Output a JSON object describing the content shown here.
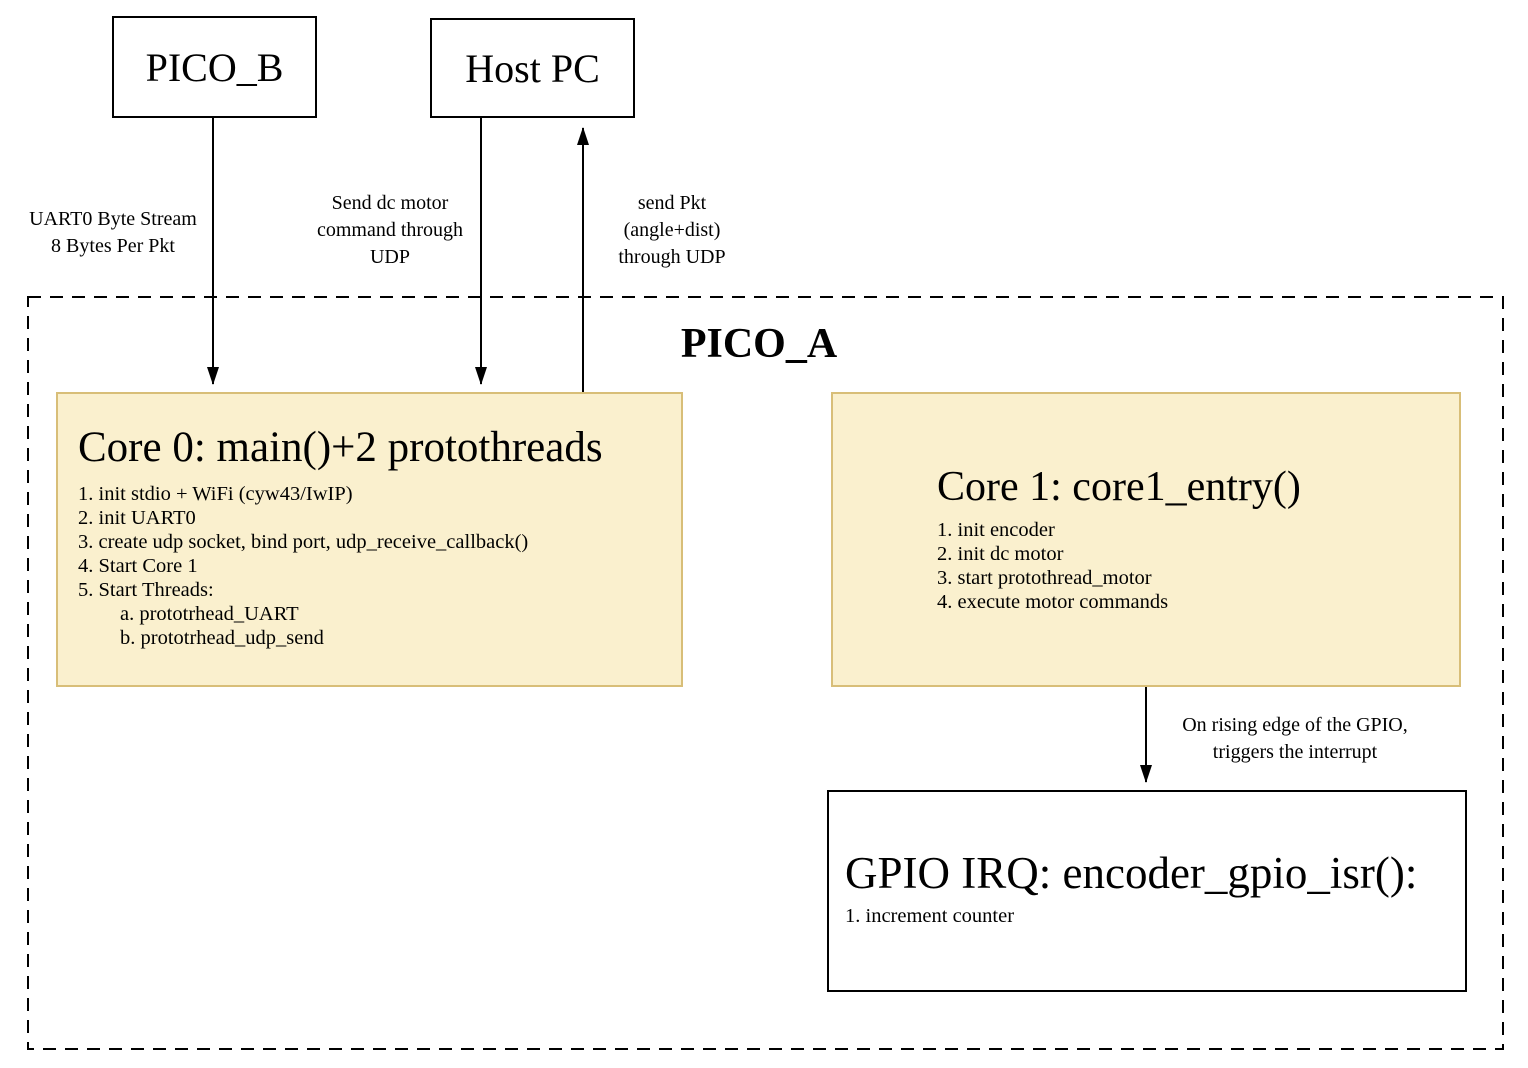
{
  "nodes": {
    "pico_b": {
      "label": "PICO_B"
    },
    "host_pc": {
      "label": "Host PC"
    },
    "pico_a": {
      "label": "PICO_A"
    },
    "core0": {
      "title": "Core 0: main()+2 protothreads",
      "items": [
        "1. init stdio + WiFi (cyw43/IwIP)",
        "2. init UART0",
        "3. create udp socket, bind port, udp_receive_callback()",
        "4. Start Core 1",
        "5. Start Threads:"
      ],
      "subitems": [
        "a. prototrhead_UART",
        "b. prototrhead_udp_send"
      ]
    },
    "core1": {
      "title": "Core 1: core1_entry()",
      "items": [
        "1. init encoder",
        "2. init dc motor",
        "3. start protothread_motor",
        "4. execute motor commands"
      ]
    },
    "gpio_irq": {
      "title": "GPIO IRQ: encoder_gpio_isr():",
      "items": [
        "1. increment counter"
      ]
    }
  },
  "edges": {
    "pico_b_to_core0": {
      "lines": [
        "UART0 Byte Stream",
        "8 Bytes Per Pkt"
      ]
    },
    "host_pc_to_core0": {
      "lines": [
        "Send dc motor",
        "command through",
        "UDP"
      ]
    },
    "core0_to_host_pc": {
      "lines": [
        "send Pkt",
        "(angle+dist)",
        "through UDP"
      ]
    },
    "core1_to_gpio": {
      "lines": [
        "On rising edge of the GPIO,",
        "triggers the interrupt"
      ]
    }
  },
  "colors": {
    "background": "#FFFFFF",
    "core_fill": "#FAF0CE",
    "core_border": "#D8BE78",
    "line": "#000000",
    "text": "#000000"
  }
}
